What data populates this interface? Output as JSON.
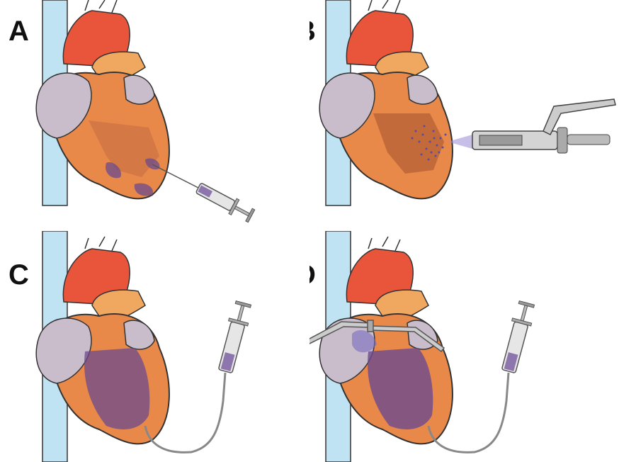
{
  "panels": [
    {
      "id": "A",
      "label": "A",
      "technique": "intramyocardial-needle-injection"
    },
    {
      "id": "B",
      "label": "B",
      "technique": "epicardial-spray"
    },
    {
      "id": "C",
      "label": "C",
      "technique": "intracoronary-catheter-infusion"
    },
    {
      "id": "D",
      "label": "D",
      "technique": "intracoronary-infusion-with-clamps"
    }
  ],
  "colors": {
    "heart": "#e8894a",
    "heart_dark": "#b85a2a",
    "aorta": "#e8553a",
    "vessel": "#f0a860",
    "atrium": "#c9bccb",
    "vena": "#bfe3f2",
    "agent": "#6b4a8c",
    "instrument": "#9a9a9a"
  }
}
